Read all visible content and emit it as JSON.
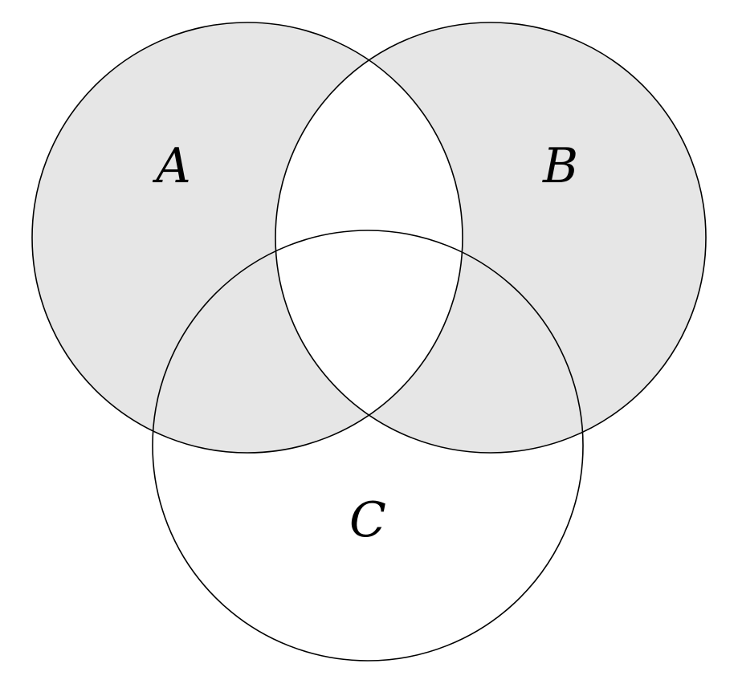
{
  "figure": {
    "type": "venn-diagram-3-sets",
    "labels": {
      "set_a": "A",
      "set_b": "B",
      "set_c": "C"
    },
    "shaded_region": "(A ∪ B) − (A ∩ B)",
    "colors": {
      "shaded_fill": "#e6e6e6",
      "outline": "#000000",
      "background": "#ffffff"
    }
  }
}
